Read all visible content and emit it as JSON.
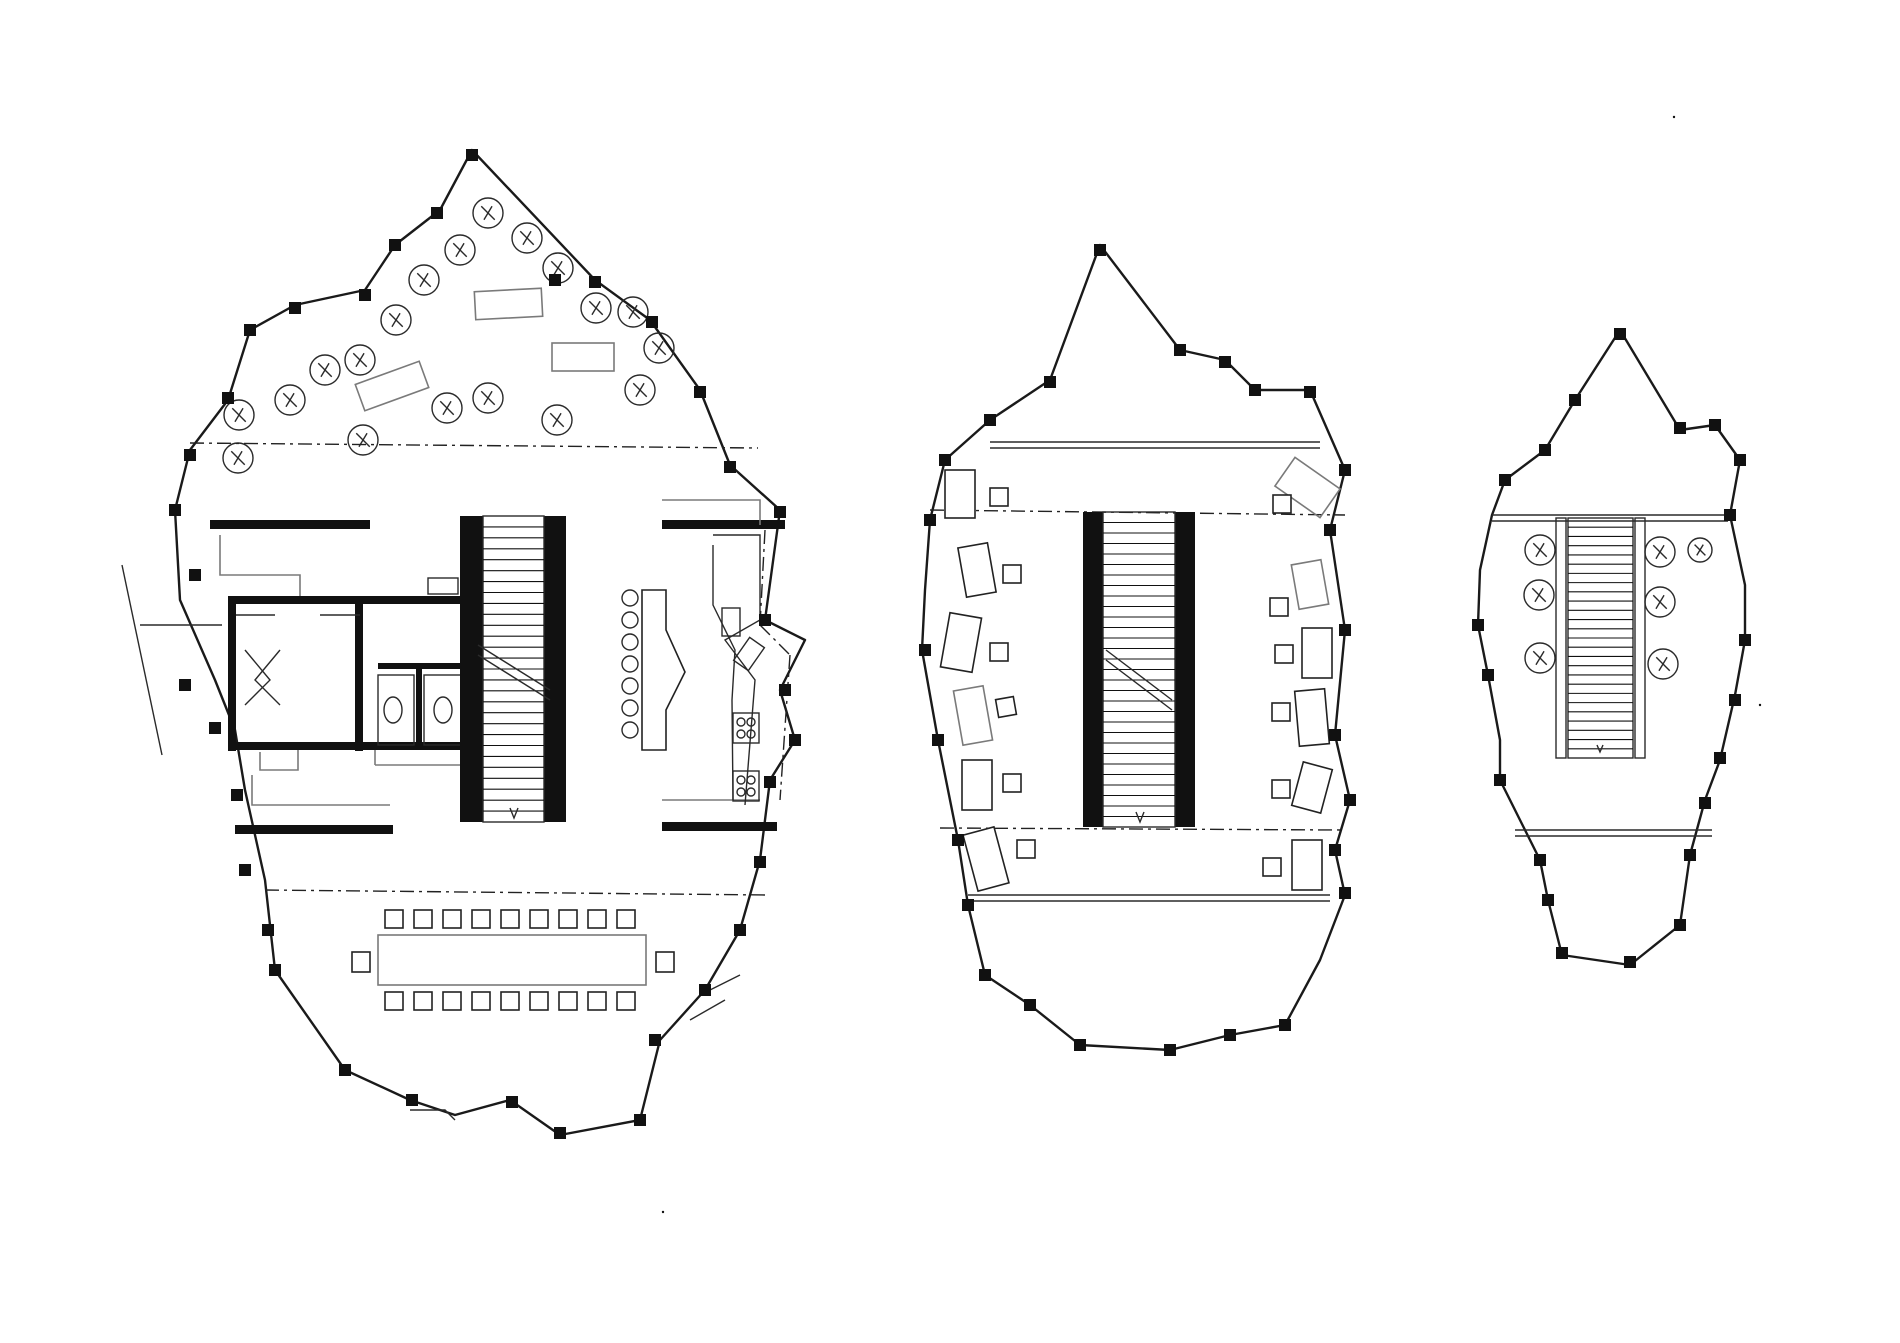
{
  "drawing": {
    "ink_color": "#111111",
    "paper_color": "#ffffff",
    "secondary_ink": "#7a7a7a"
  },
  "plans": [
    {
      "name": "ground-floor-plan",
      "symbols": [
        "tree-icon",
        "stair-icon",
        "toilet-icon",
        "stove-icon",
        "sink-icon",
        "table-icon",
        "chair-icon",
        "door-swing-icon"
      ]
    },
    {
      "name": "middle-floor-plan",
      "symbols": [
        "stair-icon",
        "desk-icon",
        "chair-icon"
      ]
    },
    {
      "name": "top-floor-plan",
      "symbols": [
        "stair-icon",
        "tree-icon"
      ]
    }
  ]
}
